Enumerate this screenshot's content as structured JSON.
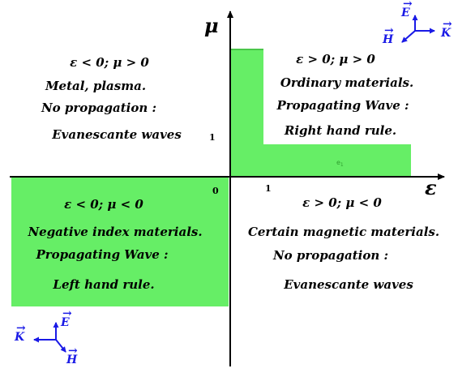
{
  "axes": {
    "x_label": "ε",
    "y_label": "μ",
    "origin": "0",
    "x_tick": "1",
    "y_tick": "1"
  },
  "small_label": "e",
  "small_label_sub": "1",
  "quadrants": {
    "top_left": {
      "condition": "ε < 0;  μ > 0",
      "lines": [
        "Metal,  plasma.",
        "No propagation :",
        "Evanescante waves"
      ]
    },
    "top_right": {
      "condition": "ε > 0;  μ > 0",
      "lines": [
        "Ordinary materials.",
        "Propagating Wave :",
        "Right hand rule."
      ]
    },
    "bottom_left": {
      "condition": "ε < 0;  μ < 0",
      "lines": [
        "Negative index materials.",
        "Propagating Wave :",
        "Left hand rule."
      ]
    },
    "bottom_right": {
      "condition": "ε > 0;  μ < 0",
      "lines": [
        "Certain magnetic materials.",
        "No propagation :",
        "Evanescante waves"
      ]
    }
  },
  "triads": {
    "right_hand": {
      "E": "E",
      "H": "H",
      "K": "K"
    },
    "left_hand": {
      "E": "E",
      "H": "H",
      "K": "K"
    }
  },
  "colors": {
    "region_fill": "#66ee66",
    "vector_blue": "#1a1ae6",
    "axis": "#000000"
  }
}
